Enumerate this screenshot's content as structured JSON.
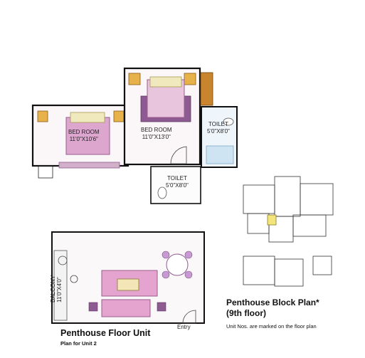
{
  "rooms": {
    "bed_room_left": {
      "name": "BED ROOM",
      "size": "11'0\"X10'6\""
    },
    "bed_room_main": {
      "name": "BED ROOM",
      "size": "11'0\"X13'0\""
    },
    "toilet_right": {
      "name": "TOILET",
      "size": "5'0\"X8'0\""
    },
    "toilet_center": {
      "name": "TOILET",
      "size": "5'0\"X8'0\""
    },
    "balcony": {
      "name": "BALCONY",
      "size": "11'0\"X4'0\""
    },
    "entry": "Entry"
  },
  "captions": {
    "unit_title": "Penthouse Floor Unit",
    "unit_subtitle": "Plan for Unit 2",
    "block_title_line1": "Penthouse Block Plan*",
    "block_title_line2": "(9th floor)",
    "block_note": "Unit Nos. are marked on the floor plan"
  },
  "colors": {
    "wall": "#111111",
    "bed_pink": "#d6a5cc",
    "bed_cream": "#efe6b8",
    "rug_purple": "#8e5a92",
    "wood": "#c9842e",
    "toilet_blue": "#cfe4f2",
    "sofa_pink": "#e5a3cf",
    "chair_purple": "#c79ad1"
  }
}
